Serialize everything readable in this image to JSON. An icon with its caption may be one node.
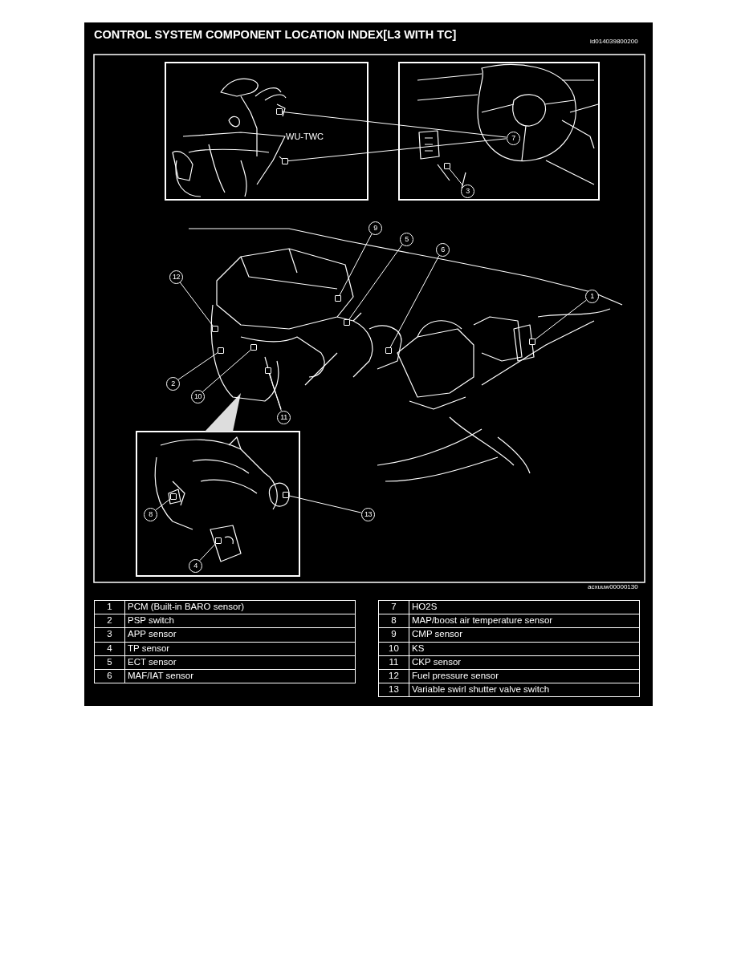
{
  "diagram": {
    "title": "CONTROL SYSTEM COMPONENT LOCATION INDEX[L3 WITH TC]",
    "nodes": [
      {
        "text": [
          "7"
        ]
      },
      {
        "text": [
          "3"
        ]
      },
      {
        "text": [
          "9"
        ]
      },
      {
        "text": [
          "5"
        ]
      },
      {
        "text": [
          "6"
        ]
      },
      {
        "text": [
          "12"
        ]
      },
      {
        "text": [
          "1"
        ]
      },
      {
        "text": [
          "2"
        ]
      },
      {
        "text": [
          "10"
        ]
      },
      {
        "text": [
          "11"
        ]
      },
      {
        "text": [
          "8"
        ]
      },
      {
        "text": [
          "13"
        ]
      },
      {
        "text": [
          "4"
        ]
      },
      {
        "text": [],
        "shape": "box"
      },
      {
        "text": [],
        "shape": "box"
      },
      {
        "text": [],
        "shape": "box"
      },
      {
        "text": [],
        "shape": "box"
      },
      {
        "text": [],
        "shape": "box"
      },
      {
        "text": [],
        "shape": "box"
      },
      {
        "text": [],
        "shape": "box"
      },
      {
        "text": [],
        "shape": "box"
      },
      {
        "text": [],
        "shape": "box"
      },
      {
        "text": [],
        "shape": "box"
      },
      {
        "text": [],
        "shape": "box"
      },
      {
        "text": [],
        "shape": "box"
      },
      {
        "text": [],
        "shape": "box"
      },
      {
        "text": [],
        "shape": "box"
      }
    ],
    "edges": [
      {
        "from": 0,
        "to": 13,
        "arrow": "none"
      },
      {
        "from": 0,
        "to": 14,
        "arrow": "none"
      },
      {
        "from": 1,
        "to": 15,
        "arrow": "none"
      },
      {
        "from": 2,
        "to": 16,
        "arrow": "none"
      },
      {
        "from": 3,
        "to": 17,
        "arrow": "none"
      },
      {
        "from": 4,
        "to": 18,
        "arrow": "none"
      },
      {
        "from": 5,
        "to": 19,
        "arrow": "none"
      },
      {
        "from": 6,
        "to": 20,
        "arrow": "none"
      },
      {
        "from": 7,
        "to": 21,
        "arrow": "none"
      },
      {
        "from": 8,
        "to": 22,
        "arrow": "none"
      },
      {
        "from": 9,
        "to": 23,
        "arrow": "none"
      },
      {
        "from": 10,
        "to": 24,
        "arrow": "none"
      },
      {
        "from": 11,
        "to": 25,
        "arrow": "none"
      },
      {
        "from": 12,
        "to": 26,
        "arrow": "none"
      }
    ],
    "labels": [
      "id014039800200",
      "WU-TWC",
      "acxuuw00000130",
      "1",
      "PCM (Built-in BARO sensor)",
      "2",
      "PSP switch",
      "3",
      "APP sensor",
      "4",
      "TP sensor",
      "5",
      "ECT sensor",
      "6",
      "MAF/IAT sensor",
      "7",
      "HO2S",
      "8",
      "MAP/boost air temperature sensor",
      "9",
      "CMP sensor",
      "10",
      "KS",
      "11",
      "CKP sensor",
      "12",
      "Fuel pressure sensor",
      "13",
      "Variable swirl shutter valve switch"
    ]
  }
}
